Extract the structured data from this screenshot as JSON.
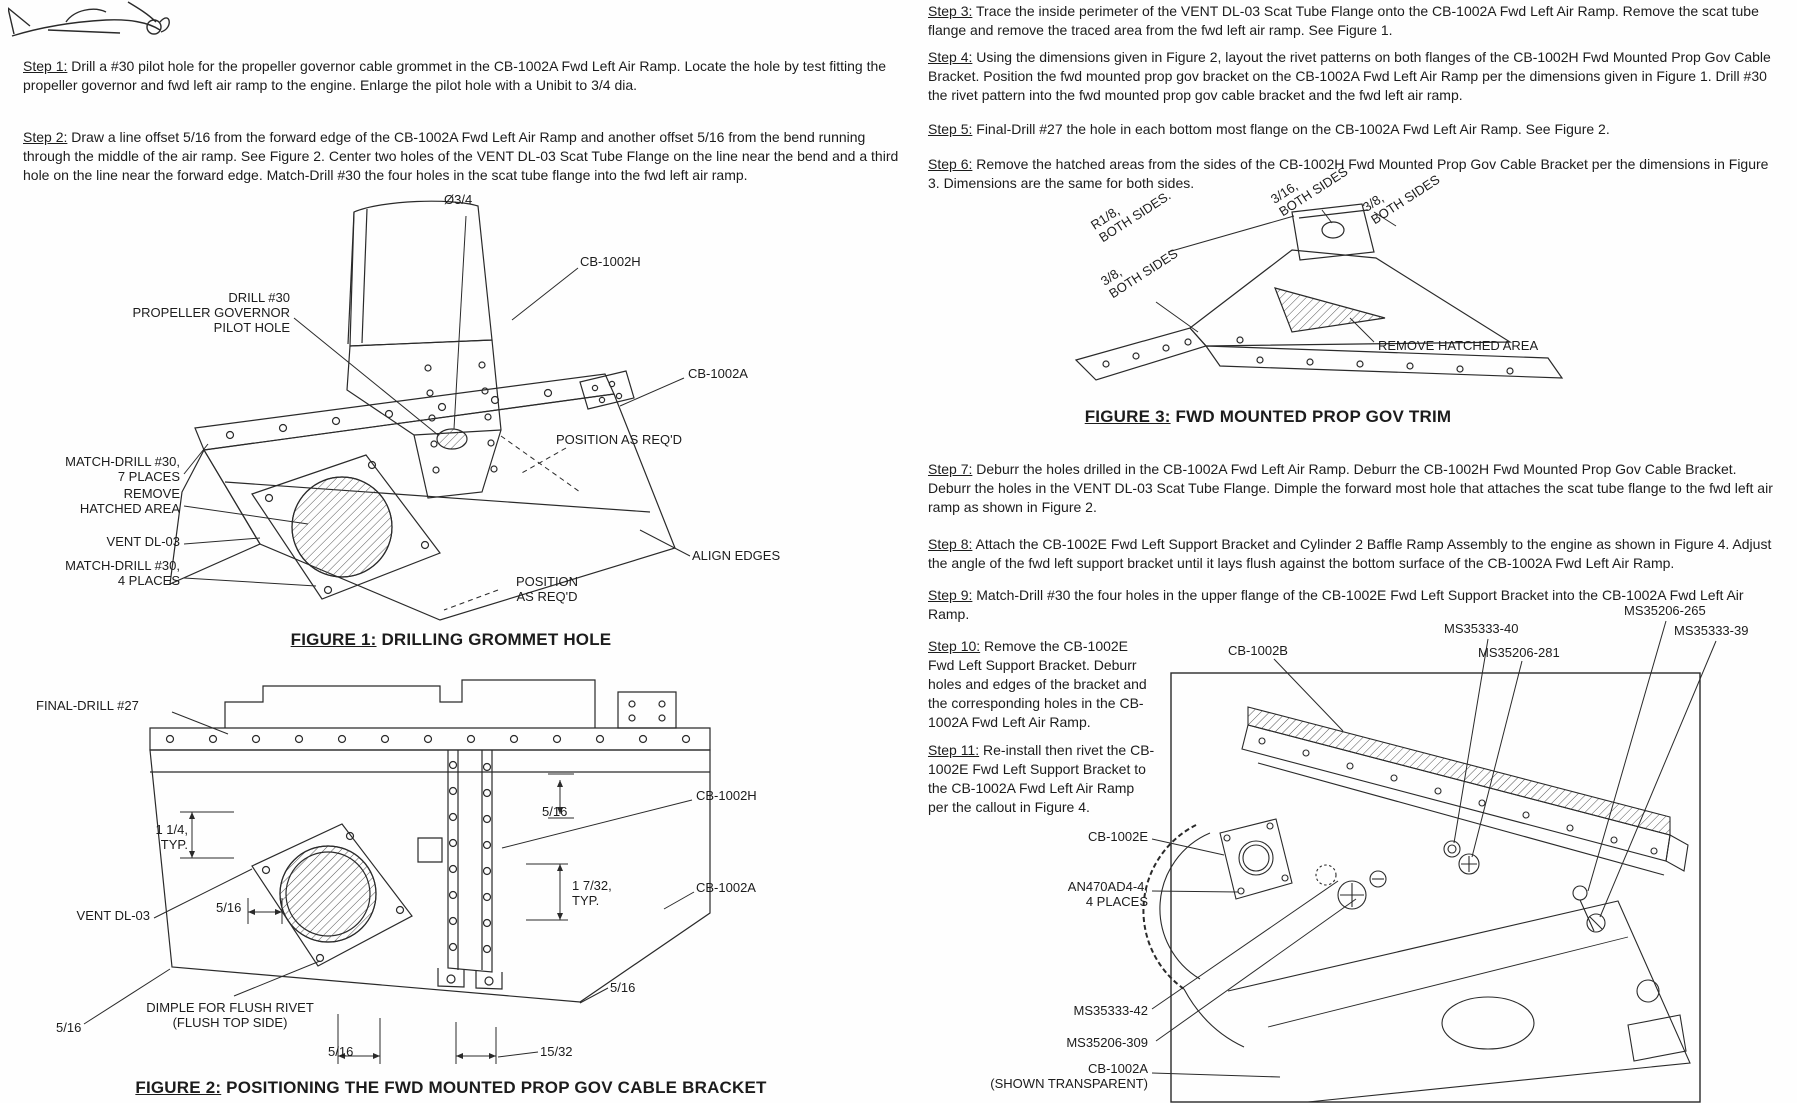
{
  "steps": [
    {
      "label": "Step 1:",
      "text": "Drill a #30 pilot hole for the propeller governor cable grommet in the CB-1002A Fwd Left Air Ramp. Locate the hole by test fitting the propeller governor and fwd left air ramp to the engine. Enlarge the pilot hole with a Unibit to 3/4 dia."
    },
    {
      "label": "Step 2:",
      "text": "Draw a line offset 5/16 from the forward edge of the CB-1002A Fwd Left Air Ramp and another offset 5/16 from the bend running through the middle of the air ramp. See Figure 2. Center two holes of the VENT DL-03 Scat Tube Flange on the line near the bend and a third hole on the line near the forward edge. Match-Drill #30 the four holes in the scat tube flange into the fwd left air ramp."
    },
    {
      "label": "Step 3:",
      "text": "Trace the inside perimeter of the VENT DL-03 Scat Tube Flange onto the CB-1002A Fwd Left Air Ramp. Remove the scat tube flange and remove the traced area from the fwd left air ramp. See Figure 1."
    },
    {
      "label": "Step 4:",
      "text": "Using the dimensions given in Figure 2, layout the rivet patterns on both flanges of the CB-1002H Fwd Mounted Prop Gov Cable Bracket. Position the fwd mounted prop gov bracket on the CB-1002A Fwd Left Air Ramp per the dimensions given in Figure 1. Drill #30 the rivet pattern into the fwd mounted prop gov cable bracket and the fwd left air ramp."
    },
    {
      "label": "Step 5:",
      "text": "Final-Drill #27 the hole in each bottom most flange on the CB-1002A Fwd Left Air Ramp. See Figure 2."
    },
    {
      "label": "Step 6:",
      "text": "Remove the hatched areas from the sides of the CB-1002H Fwd Mounted Prop Gov Cable Bracket per the dimensions in Figure 3. Dimensions are the same for both sides."
    },
    {
      "label": "Step 7:",
      "text": "Deburr the holes drilled in the CB-1002A Fwd Left Air Ramp. Deburr the CB-1002H Fwd Mounted Prop Gov Cable Bracket. Deburr the holes in the VENT DL-03 Scat Tube Flange. Dimple the forward most hole that attaches the scat tube flange to the fwd left air ramp as shown in Figure 2."
    },
    {
      "label": "Step 8:",
      "text": "Attach the CB-1002E Fwd Left Support Bracket and Cylinder 2 Baffle Ramp Assembly to the engine as shown in Figure 4. Adjust the angle of the fwd left support bracket until it lays flush against the bottom surface of the CB-1002A Fwd Left Air Ramp."
    },
    {
      "label": "Step 9:",
      "text": "Match-Drill #30 the four holes in the upper flange of the CB-1002E Fwd Left Support Bracket into the CB-1002A Fwd Left Air Ramp."
    },
    {
      "label": "Step 10:",
      "text": "Remove the CB-1002E Fwd Left Support Bracket. Deburr holes and edges of the bracket and the corresponding holes in the CB-1002A Fwd Left Air Ramp."
    },
    {
      "label": "Step 11:",
      "text": "Re-install then rivet the CB-1002E Fwd Left Support Bracket to the CB-1002A Fwd Left Air Ramp per the callout in Figure 4."
    }
  ],
  "fig1": {
    "caption_label": "FIGURE 1:",
    "caption_title": " DRILLING GROMMET HOLE",
    "labels": [
      "Ø3/4",
      "CB-1002H",
      "DRILL #30\nPROPELLER GOVERNOR\nPILOT HOLE",
      "CB-1002A",
      "POSITION AS REQ'D",
      "MATCH-DRILL #30,\n7 PLACES",
      "REMOVE\nHATCHED AREA",
      "VENT DL-03",
      "MATCH-DRILL #30,\n4 PLACES",
      "ALIGN EDGES",
      "POSITION\nAS REQ'D"
    ]
  },
  "fig2": {
    "caption_label": "FIGURE 2:",
    "caption_title": " POSITIONING THE FWD MOUNTED PROP GOV CABLE BRACKET",
    "labels": [
      "FINAL-DRILL #27",
      "CB-1002H",
      "5/16",
      "1 1/4,\nTYP.",
      "1 7/32,\nTYP.",
      "CB-1002A",
      "VENT DL-03",
      "5/16",
      "DIMPLE FOR FLUSH RIVET\n(FLUSH TOP SIDE)",
      "5/16",
      "5/16",
      "15/32",
      "5/16"
    ]
  },
  "fig3": {
    "caption_label": "FIGURE 3:",
    "caption_title": " FWD MOUNTED PROP GOV TRIM",
    "labels": [
      "R1/8,\nBOTH SIDES.",
      "3/16,\nBOTH SIDES",
      "3/8,\nBOTH SIDES",
      "3/8,\nBOTH SIDES",
      "REMOVE HATCHED AREA"
    ]
  },
  "fig4": {
    "labels": [
      "MS35206-265",
      "MS35333-40",
      "MS35333-39",
      "MS35206-281",
      "CB-1002B",
      "CB-1002E",
      "AN470AD4-4,\n4 PLACES",
      "MS35333-42",
      "MS35206-309",
      "CB-1002A\n(SHOWN TRANSPARENT)"
    ]
  }
}
